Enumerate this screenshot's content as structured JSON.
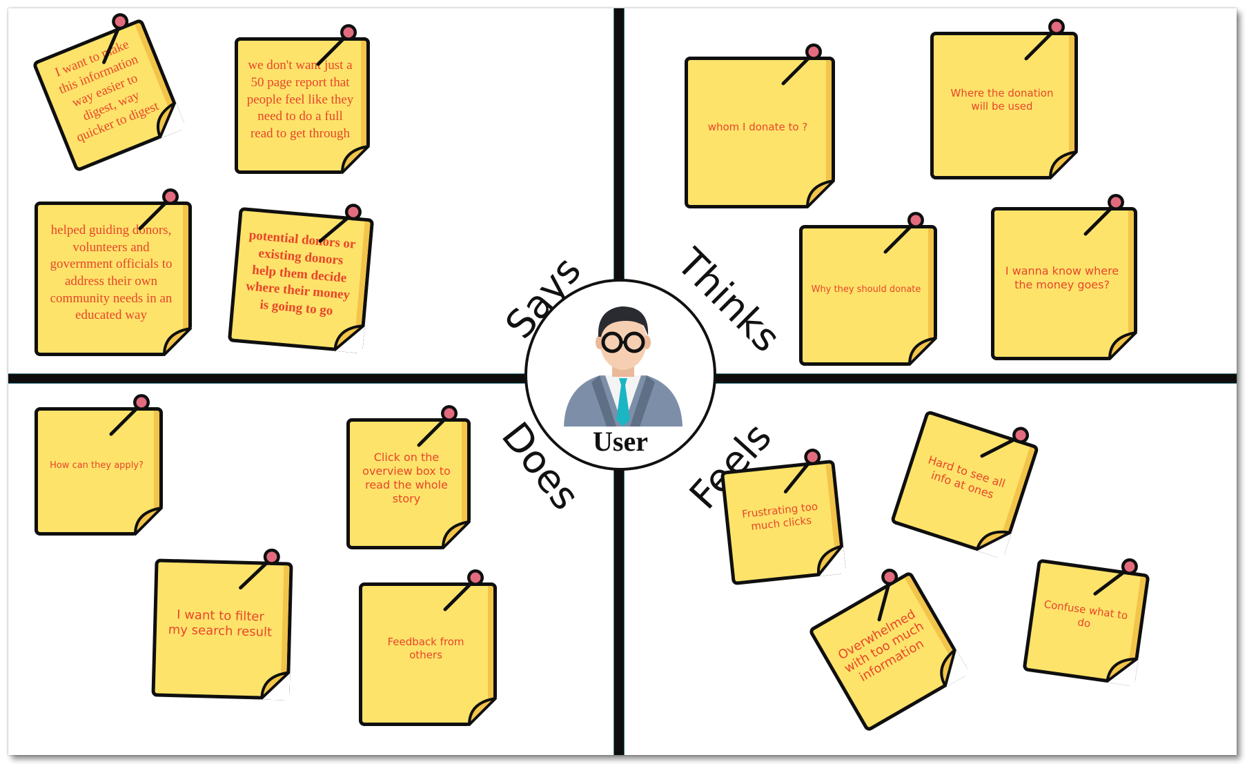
{
  "quadrants": {
    "says": "Says",
    "thinks": "Thinks",
    "does": "Does",
    "feels": "Feels"
  },
  "center": {
    "label": "User",
    "icon": "user-avatar-icon"
  },
  "colors": {
    "note_fill": "#fde36a",
    "note_edge": "#f2c44a",
    "note_text": "#e8452a",
    "pin_head": "#e36b7e",
    "divider": "#0d0d0d"
  },
  "notes": {
    "says": [
      "I want to make this information way easier to digest, way quicker to digest",
      "we don't want just a 50 page report that people feel like they need to do a full read to get through",
      "helped guiding donors, volunteers and government officials to address their own community needs in an educated way",
      "potential donors or existing donors help them decide where their money is going to go"
    ],
    "thinks": [
      "whom I donate to ?",
      "Where the donation will be used",
      "Why they should donate",
      "I wanna know where the money goes?"
    ],
    "does": [
      "How can they apply?",
      "Click on the overview box to read the whole story",
      "I want to filter my search result",
      "Feedback from others"
    ],
    "feels": [
      "Frustrating too much clicks",
      "Hard to see all info at ones",
      "Overwhelmed with too much information",
      "Confuse what to do"
    ]
  }
}
